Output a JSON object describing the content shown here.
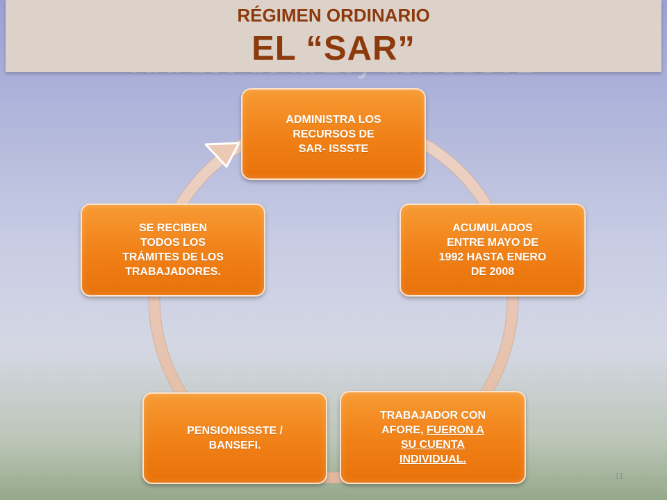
{
  "header": {
    "subtitle": "RÉGIMEN ORDINARIO",
    "title": "EL “SAR”",
    "obscured_title": "Art. 135 de la Ley del ISSSTE"
  },
  "cycle": {
    "nodes": [
      {
        "lines": [
          "ADMINISTRA LOS",
          "RECURSOS DE",
          "SAR- ISSSTE"
        ]
      },
      {
        "lines": [
          "ACUMULADOS",
          "ENTRE MAYO DE",
          "1992 HASTA ENERO",
          "DE 2008"
        ]
      },
      {
        "lines_plain": [
          "TRABAJADOR CON",
          "AFORE, "
        ],
        "lines_underlined": [
          "FUERON  A",
          "SU CUENTA",
          "INDIVIDUAL."
        ]
      },
      {
        "lines": [
          "PENSIONISSSTE /",
          "BANSEFI."
        ]
      },
      {
        "lines": [
          "SE RECIBEN",
          "TODOS LOS",
          "TRÁMITES DE LOS",
          "TRABAJADORES."
        ]
      }
    ],
    "colors": {
      "node_fill": "#f08016",
      "node_border": "#fde3cc",
      "ring": "#e7c2ac"
    }
  },
  "footer": {
    "page_number": "11"
  }
}
